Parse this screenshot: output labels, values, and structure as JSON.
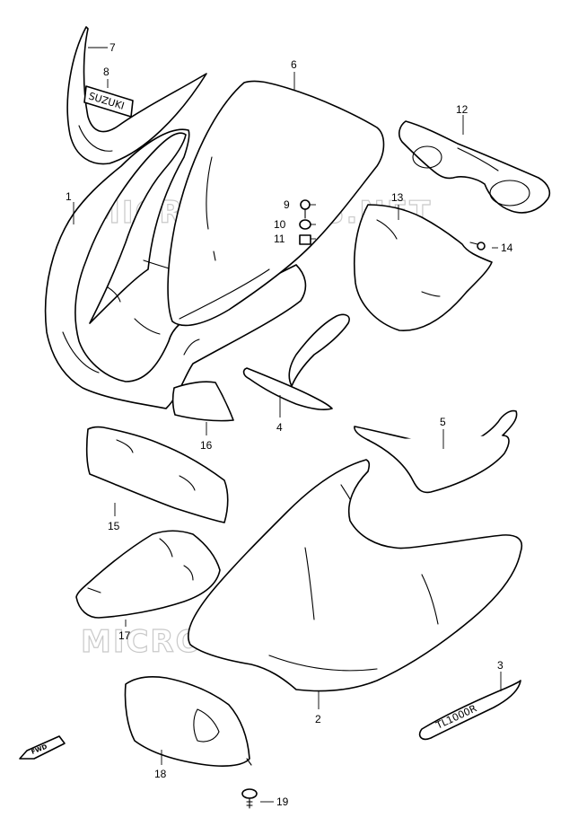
{
  "watermark": "MICROFICHES.NET",
  "decal_text": "SUZUKI",
  "logo_text": "TL1000R",
  "fwd_label": "FWD",
  "callouts": [
    "1",
    "2",
    "3",
    "4",
    "5",
    "6",
    "7",
    "8",
    "9",
    "10",
    "11",
    "12",
    "13",
    "14",
    "15",
    "16",
    "17",
    "18",
    "19"
  ]
}
